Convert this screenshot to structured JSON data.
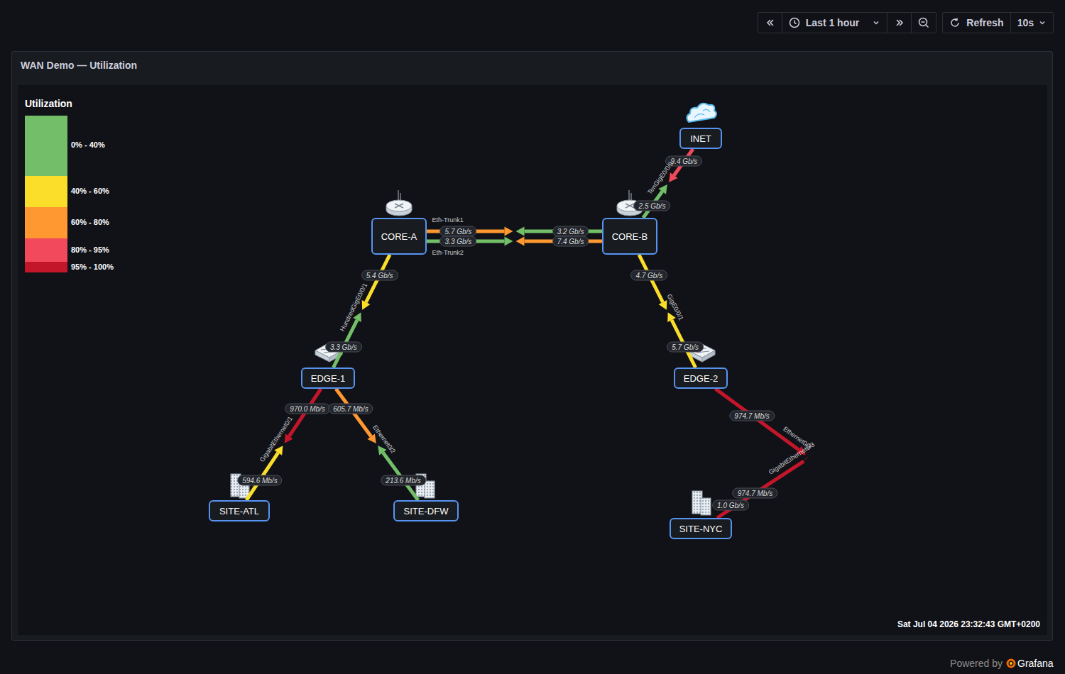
{
  "diagram": {
    "title": "WAN Demo — Utilization",
    "nodes": [
      {
        "text": [
          "INET"
        ]
      },
      {
        "text": [
          "CORE-A"
        ]
      },
      {
        "text": [
          "CORE-B"
        ]
      },
      {
        "text": [
          "EDGE-1"
        ]
      },
      {
        "text": [
          "EDGE-2"
        ]
      },
      {
        "text": [
          "SITE-ATL"
        ]
      },
      {
        "text": [
          "SITE-DFW"
        ]
      },
      {
        "text": [
          "SITE-NYC"
        ]
      }
    ],
    "edges": [
      {
        "from": 0,
        "to": 2,
        "arrow": "to",
        "label": "9.4 Gb/s"
      },
      {
        "from": 2,
        "to": 0,
        "arrow": "to",
        "label": "2.5 Gb/s"
      },
      {
        "from": 1,
        "to": 2,
        "arrow": "to",
        "label": "5.7 Gb/s"
      },
      {
        "from": 2,
        "to": 1,
        "arrow": "to",
        "label": "3.2 Gb/s"
      },
      {
        "from": 1,
        "to": 2,
        "arrow": "to",
        "label": "3.3 Gb/s"
      },
      {
        "from": 2,
        "to": 1,
        "arrow": "to",
        "label": "7.4 Gb/s"
      },
      {
        "from": 1,
        "to": 3,
        "arrow": "to",
        "label": "5.4 Gb/s"
      },
      {
        "from": 3,
        "to": 1,
        "arrow": "to",
        "label": "3.3 Gb/s"
      },
      {
        "from": 2,
        "to": 4,
        "arrow": "to",
        "label": "4.7 Gb/s"
      },
      {
        "from": 4,
        "to": 2,
        "arrow": "to",
        "label": "5.7 Gb/s"
      },
      {
        "from": 3,
        "to": 5,
        "arrow": "to",
        "label": "970.0 Mb/s"
      },
      {
        "from": 5,
        "to": 3,
        "arrow": "to",
        "label": "594.6 Mb/s"
      },
      {
        "from": 3,
        "to": 6,
        "arrow": "to",
        "label": "605.7 Mb/s"
      },
      {
        "from": 6,
        "to": 3,
        "arrow": "to",
        "label": "213.6 Mb/s"
      },
      {
        "from": 4,
        "to": 7,
        "arrow": "to",
        "label": "974.7 Mb/s"
      },
      {
        "from": 7,
        "to": 4,
        "arrow": "to",
        "label": "974.7 Mb/s"
      }
    ],
    "labels": [
      "Last 1 hour",
      "Refresh",
      "10s",
      "Utilization",
      "TenGigE0/0/9",
      "Eth-Trunk1",
      "Eth-Trunk2",
      "HundredGigE0/0/1",
      "GigE0/0/1",
      "GigabitEthernet0/1",
      "Ethernet0/2",
      "Ethernet0/3",
      "GigabitEthernet0/3",
      "1.0 Gb/s",
      "Sat Jul 04 2026 23:32:43 GMT+0200",
      "Powered by",
      "Grafana"
    ],
    "legend": [
      {
        "text": "0% - 40%",
        "color": "#73bf69"
      },
      {
        "text": "40% - 60%",
        "color": "#fade2a"
      },
      {
        "text": "60% - 80%",
        "color": "#ff9830"
      },
      {
        "text": "80% - 95%",
        "color": "#f2495c"
      },
      {
        "text": "95% - 100%",
        "color": "#c4162a"
      }
    ]
  }
}
